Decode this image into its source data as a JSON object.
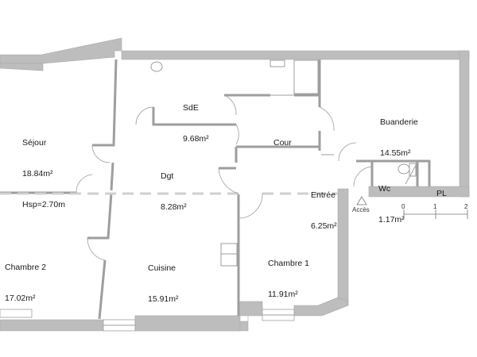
{
  "rooms": [
    {
      "name": "Séjour",
      "area": "18.84m²",
      "extra": "Hsp=2.70m"
    },
    {
      "name": "SdE",
      "area": "9.68m²"
    },
    {
      "name": "Cour",
      "area": ""
    },
    {
      "name": "Buanderie",
      "area": "14.55m²"
    },
    {
      "name": "Dgt",
      "area": "8.28m²"
    },
    {
      "name": "Entrée",
      "area": "6.25m²"
    },
    {
      "name": "Wc",
      "area": "1.17m²"
    },
    {
      "name": "PL",
      "area": ""
    },
    {
      "name": "Chambre 2",
      "area": "17.02m²"
    },
    {
      "name": "Cuisine",
      "area": "15.91m²"
    },
    {
      "name": "Chambre 1",
      "area": "11.91m²"
    }
  ],
  "access": {
    "label": "Accès",
    "icon": "triangle-arrow-icon"
  },
  "scale": {
    "ticks": [
      "0",
      "1",
      "2"
    ],
    "unit": "m"
  },
  "colors": {
    "wall": "#bdbdbd",
    "line": "#9e9e9e"
  }
}
